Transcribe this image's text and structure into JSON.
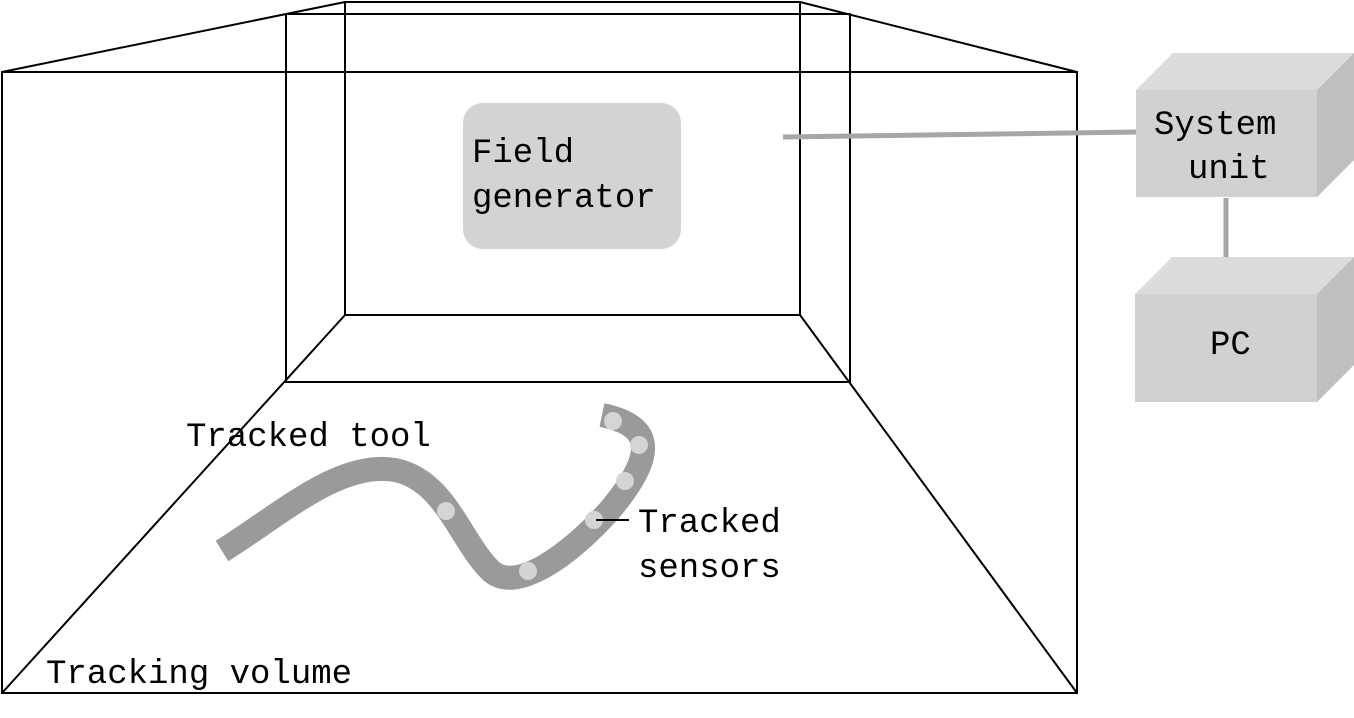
{
  "colors": {
    "box_face": "#d1d1d1",
    "box_top": "#dcdcdc",
    "box_side": "#bfbfbf",
    "tool": "#9a9a9a",
    "sensor": "#d4d4d4",
    "cable": "#a6a6a6",
    "field_generator_fill": "#d3d3d3"
  },
  "labels": {
    "field_generator": [
      "Field",
      "generator"
    ],
    "system_unit": [
      "System",
      "unit"
    ],
    "pc": "PC",
    "tracked_tool": "Tracked tool",
    "tracked_sensors": [
      "Tracked",
      "sensors"
    ],
    "tracking_volume": "Tracking volume"
  }
}
